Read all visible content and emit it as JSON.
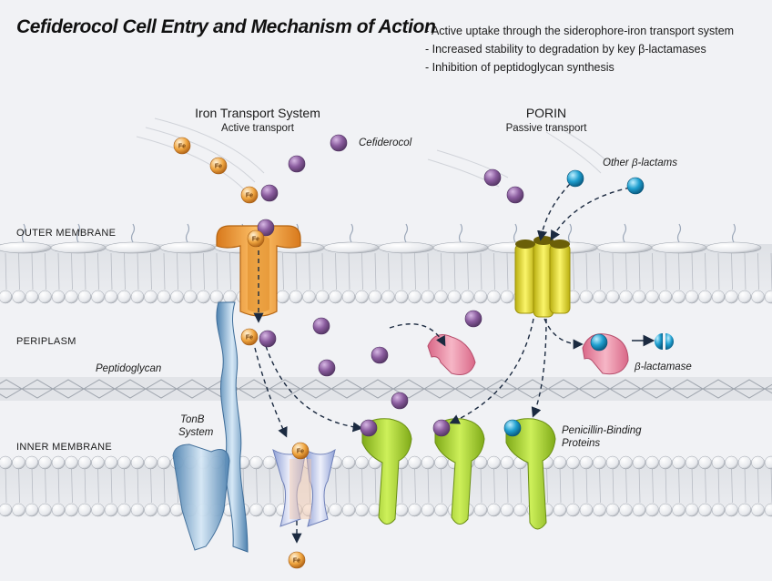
{
  "title": "Cefiderocol Cell Entry and Mechanism of Action",
  "bullets": [
    "- Active uptake through the siderophore-iron transport system",
    "- Increased stability to degradation by key β-lactamases",
    "- Inhibition of peptidoglycan synthesis"
  ],
  "iron_transport": {
    "title": "Iron Transport System",
    "subtitle": "Active transport"
  },
  "porin": {
    "title": "PORIN",
    "subtitle": "Passive transport"
  },
  "labels": {
    "outer_membrane": "OUTER MEMBRANE",
    "periplasm": "PERIPLASM",
    "inner_membrane": "INNER MEMBRANE",
    "peptidoglycan": "Peptidoglycan",
    "tonb_line1": "TonB",
    "tonb_line2": "System",
    "cefiderocol": "Cefiderocol",
    "other_beta_lactams": "Other β-lactams",
    "beta_lactamase": "β-lactamase",
    "pbp_line1": "Penicillin-Binding",
    "pbp_line2": "Proteins",
    "fe": "Fe"
  },
  "colors": {
    "cefiderocol": "#8a5c9e",
    "beta_lactam": "#1f9fcf",
    "iron": "#f0a640",
    "iron_transporter": "#f2a23a",
    "porin": "#e9e13a",
    "pbp": "#a6cf2c",
    "beta_lactamase": "#ec8fa6",
    "tonb": "#8fb9dd",
    "membrane_head": "#fafafa"
  }
}
